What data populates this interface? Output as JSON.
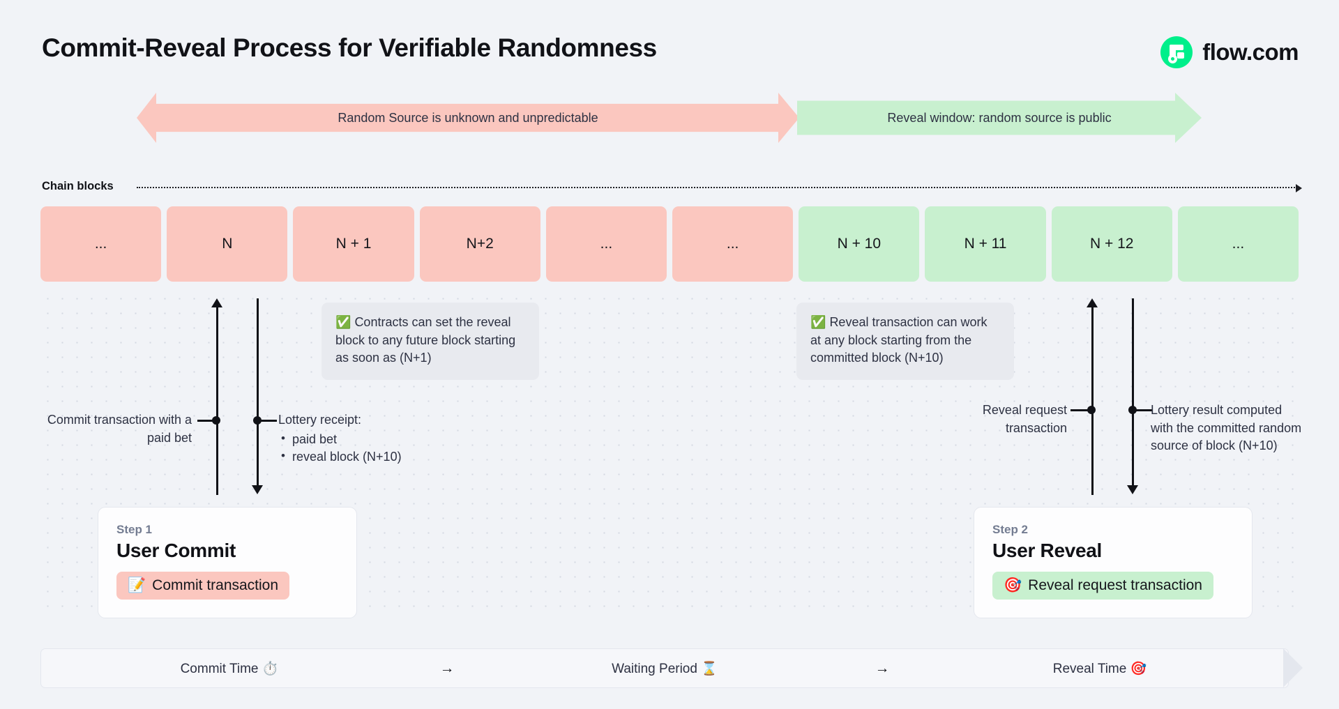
{
  "header": {
    "title": "Commit-Reveal Process for Verifiable Randomness",
    "brand_name": "flow.com",
    "brand_color": "#00ef8b"
  },
  "banners": {
    "unknown_window": "Random Source is unknown and unpredictable",
    "reveal_window": "Reveal window: random source is public",
    "pink_color": "#fbc7bf",
    "green_color": "#c8f0cf"
  },
  "chain": {
    "label": "Chain blocks",
    "blocks": [
      {
        "label": "...",
        "state": "pink"
      },
      {
        "label": "N",
        "state": "pink"
      },
      {
        "label": "N + 1",
        "state": "pink"
      },
      {
        "label": "N+2",
        "state": "pink"
      },
      {
        "label": "...",
        "state": "pink"
      },
      {
        "label": "...",
        "state": "pink"
      },
      {
        "label": "N + 10",
        "state": "green"
      },
      {
        "label": "N + 11",
        "state": "green"
      },
      {
        "label": "N + 12",
        "state": "green"
      },
      {
        "label": "...",
        "state": "green"
      }
    ]
  },
  "callouts": {
    "contracts": {
      "icon": "white-check-mark",
      "text": "Contracts can set the reveal block to any future block starting as soon as (N+1)"
    },
    "reveal": {
      "icon": "white-check-mark",
      "text": "Reveal transaction can work at any block starting from the committed block (N+10)"
    }
  },
  "annotations": {
    "commit_tx": "Commit transaction with a paid bet",
    "lottery_receipt_title": "Lottery receipt:",
    "lottery_receipt_items": [
      "paid bet",
      "reveal block (N+10)"
    ],
    "reveal_request": "Reveal request transaction",
    "lottery_result": "Lottery result computed with the committed random source of block (N+10)"
  },
  "steps": [
    {
      "step": "Step 1",
      "title": "User Commit",
      "pill_icon": "memo-icon",
      "pill_label": "Commit transaction",
      "pill_color": "#fbc7bf"
    },
    {
      "step": "Step 2",
      "title": "User Reveal",
      "pill_icon": "target-icon",
      "pill_label": "Reveal request transaction",
      "pill_color": "#c8f0cf"
    }
  ],
  "timeline": {
    "segments": [
      "Commit Time ⏱️",
      "Waiting Period ⌛",
      "Reveal Time 🎯"
    ],
    "arrow": "→"
  }
}
